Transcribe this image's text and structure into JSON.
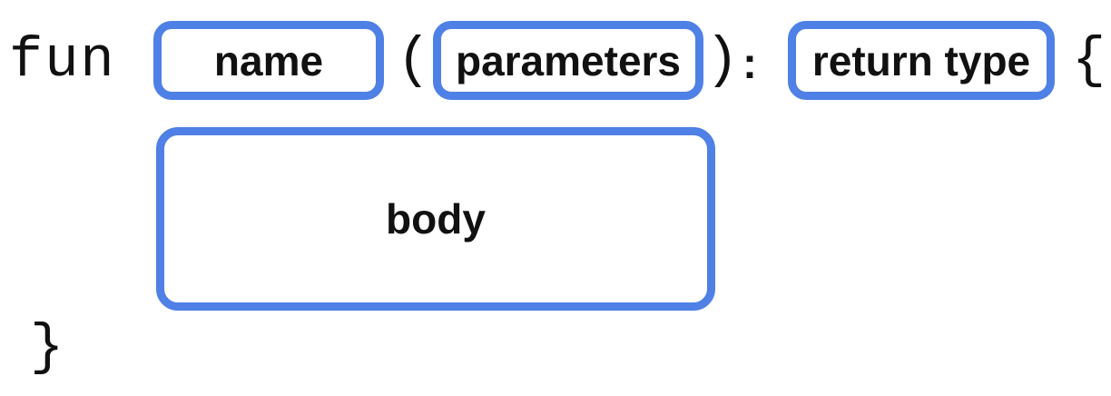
{
  "diagram": {
    "description": "Anatomy of a function definition",
    "code_tokens": {
      "keyword": "fun",
      "open_paren": "(",
      "close_paren": ")",
      "colon": ":",
      "open_brace": "{",
      "close_brace": "}"
    },
    "slots": {
      "name": "name",
      "parameters": "parameters",
      "return_type": "return type",
      "body": "body"
    },
    "colors": {
      "box_border": "#4F80E6",
      "text": "#111111",
      "background": "#FFFFFF"
    }
  }
}
